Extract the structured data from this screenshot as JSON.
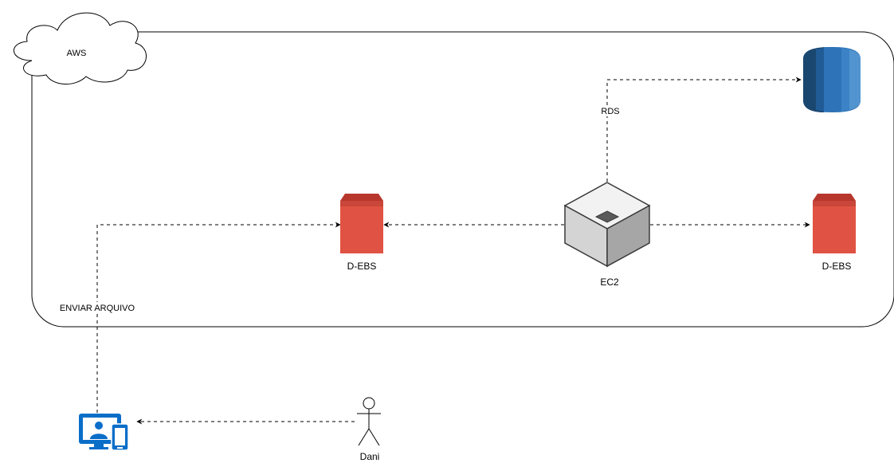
{
  "cloud": {
    "label": "AWS"
  },
  "nodes": {
    "rds": {
      "icon": "rds-database-icon"
    },
    "ec2": {
      "label": "EC2",
      "icon": "ec2-instance-icon"
    },
    "ebs_left": {
      "label": "D-EBS",
      "icon": "ebs-volume-icon"
    },
    "ebs_right": {
      "label": "D-EBS",
      "icon": "ebs-volume-icon"
    },
    "client": {
      "icon": "client-devices-icon"
    },
    "user": {
      "label": "Dani",
      "icon": "user-actor-icon"
    }
  },
  "edges": {
    "rds": {
      "label": "RDS"
    },
    "upload": {
      "label": "ENVIAR ARQUIVO"
    }
  },
  "colors": {
    "ebs_red": "#e05243",
    "ebs_dark": "#b7372d",
    "rds_blue": "#2e73b8",
    "rds_dark": "#1a476f",
    "client_blue": "#0a6ec9",
    "ec2_gray": "#d4d4d4"
  }
}
